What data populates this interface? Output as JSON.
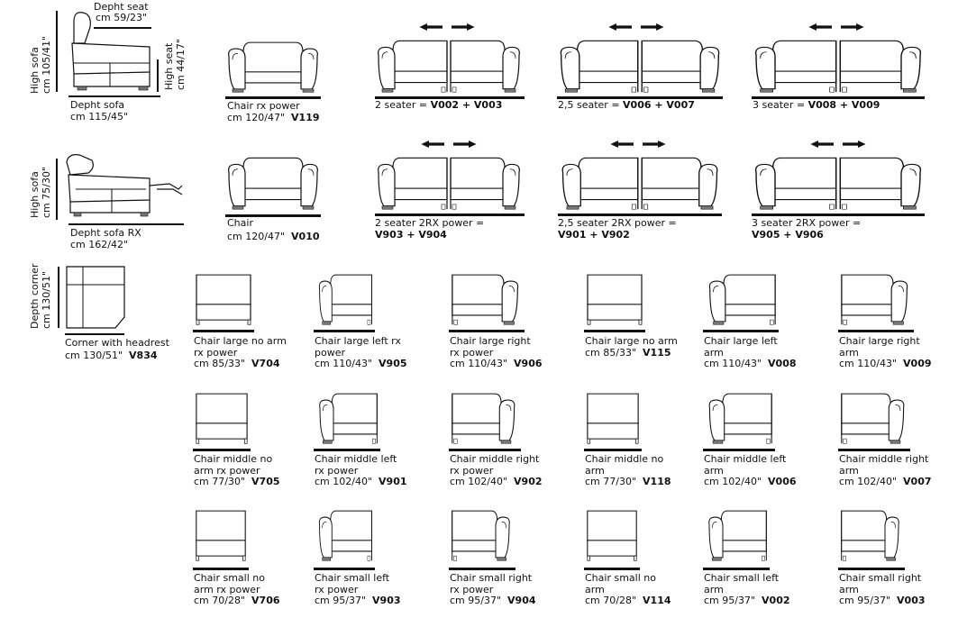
{
  "profiles": {
    "sofa": {
      "height_label": "High sofa",
      "height_value": "cm 105/41\"",
      "seat_depth_label": "Depht seat",
      "seat_depth_value": "cm 59/23\"",
      "seat_height_label": "High seat",
      "seat_height_value": "cm 44/17\"",
      "depth_label": "Depht sofa",
      "depth_value": "cm 115/45\""
    },
    "sofa_rx": {
      "height_label": "High sofa",
      "height_value": "cm 75/30\"",
      "depth_label": "Depht sofa RX",
      "depth_value": "cm 162/42\""
    },
    "corner": {
      "depth_label": "Depth corner",
      "depth_value": "cm 130/51\""
    }
  },
  "row1": [
    {
      "line1": "Chair rx power",
      "line2": "cm 120/47\"",
      "code": "V119"
    },
    {
      "line1": "2 seater = ",
      "codes": "V002 + V003"
    },
    {
      "line1": "2,5 seater = ",
      "codes": "V006 + V007"
    },
    {
      "line1": "3 seater = ",
      "codes": "V008 + V009"
    }
  ],
  "row2": [
    {
      "line1": "Chair",
      "line2": "cm 120/47\"",
      "code": "V010"
    },
    {
      "line1": "2 seater 2RX power =",
      "codes": "V903 + V904"
    },
    {
      "line1": "2,5 seater 2RX power =",
      "codes": "V901 + V902"
    },
    {
      "line1": "3 seater 2RX power =",
      "codes": "V905 + V906"
    }
  ],
  "corner": {
    "line1": "Corner with headrest",
    "line2": "cm  130/51\"",
    "code": "V834"
  },
  "row3": [
    {
      "lines": [
        "Chair large no arm",
        "rx power"
      ],
      "size": "cm 85/33\"",
      "code": "V704"
    },
    {
      "lines": [
        "Chair large left rx",
        "power"
      ],
      "size": "cm 110/43\"",
      "code": "V905"
    },
    {
      "lines": [
        "Chair large right",
        "rx power"
      ],
      "size": "cm 110/43\"",
      "code": "V906"
    },
    {
      "lines": [
        "Chair large no arm"
      ],
      "size": "cm 85/33\"",
      "code": "V115"
    },
    {
      "lines": [
        "Chair large left",
        "arm"
      ],
      "size": "cm 110/43\"",
      "code": "V008"
    },
    {
      "lines": [
        "Chair large right",
        "arm"
      ],
      "size": "cm 110/43\"",
      "code": "V009"
    }
  ],
  "row4": [
    {
      "lines": [
        "Chair middle no",
        "arm rx power"
      ],
      "size": "cm 77/30\"",
      "code": "V705"
    },
    {
      "lines": [
        "Chair middle left",
        "rx power"
      ],
      "size": "cm 102/40\"",
      "code": "V901"
    },
    {
      "lines": [
        "Chair middle right",
        "rx power"
      ],
      "size": "cm 102/40\"",
      "code": "V902"
    },
    {
      "lines": [
        "Chair middle no",
        "arm"
      ],
      "size": "cm 77/30\"",
      "code": "V118"
    },
    {
      "lines": [
        "Chair middle left",
        "arm"
      ],
      "size": "cm 102/40\"",
      "code": "V006"
    },
    {
      "lines": [
        "Chair middle right",
        "arm"
      ],
      "size": "cm 102/40\"",
      "code": "V007"
    }
  ],
  "row5": [
    {
      "lines": [
        "Chair small no",
        "arm rx power"
      ],
      "size": "cm 70/28\"",
      "code": "V706"
    },
    {
      "lines": [
        "Chair small left",
        "rx power"
      ],
      "size": "cm 95/37\"",
      "code": "V903"
    },
    {
      "lines": [
        "Chair small right",
        "rx power"
      ],
      "size": "cm 95/37\"",
      "code": "V904"
    },
    {
      "lines": [
        "Chair small no",
        "arm"
      ],
      "size": "cm 70/28\"",
      "code": "V114"
    },
    {
      "lines": [
        "Chair small left",
        "arm"
      ],
      "size": "cm 95/37\"",
      "code": "V002"
    },
    {
      "lines": [
        "Chair small right",
        "arm"
      ],
      "size": "cm 95/37\"",
      "code": "V003"
    }
  ]
}
